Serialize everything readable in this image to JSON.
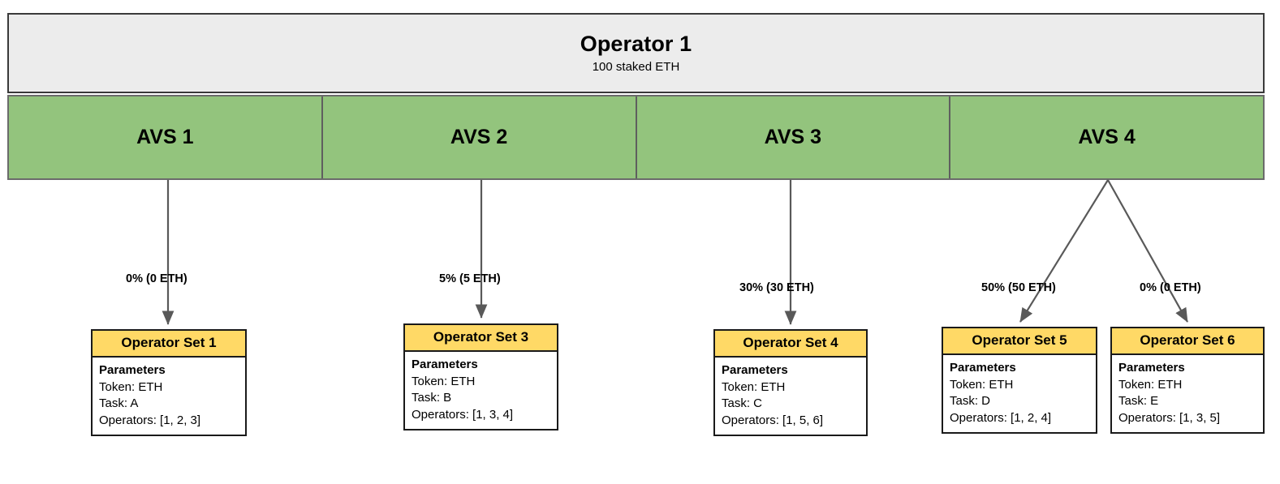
{
  "diagram": {
    "title": "Operator 1 AVS allocation diagram",
    "colors": {
      "operator_block_bg": "#ececec",
      "avs_bg": "#93c47d",
      "opset_header_bg": "#ffd966",
      "border": "#1a1a1a",
      "edge": "#595959"
    }
  },
  "operator": {
    "name": "Operator 1",
    "stake": "100 staked ETH"
  },
  "avs_nodes": [
    {
      "label": "AVS 1"
    },
    {
      "label": "AVS 2"
    },
    {
      "label": "AVS 3"
    },
    {
      "label": "AVS 4"
    }
  ],
  "edges": [
    {
      "from": "AVS 1",
      "to": "Operator Set 1",
      "label": "0% (0 ETH)",
      "percent": 0,
      "eth": 0
    },
    {
      "from": "AVS 2",
      "to": "Operator Set 3",
      "label": "5% (5 ETH)",
      "percent": 5,
      "eth": 5
    },
    {
      "from": "AVS 3",
      "to": "Operator Set 4",
      "label": "30% (30 ETH)",
      "percent": 30,
      "eth": 30
    },
    {
      "from": "AVS 4",
      "to": "Operator Set 5",
      "label": "50% (50 ETH)",
      "percent": 50,
      "eth": 50
    },
    {
      "from": "AVS 4",
      "to": "Operator Set 6",
      "label": "0% (0 ETH)",
      "percent": 0,
      "eth": 0
    }
  ],
  "operator_sets": [
    {
      "title": "Operator Set 1",
      "params_heading": "Parameters",
      "token": "Token: ETH",
      "task": "Task: A",
      "operators": "Operators: [1, 2, 3]"
    },
    {
      "title": "Operator Set 3",
      "params_heading": "Parameters",
      "token": "Token: ETH",
      "task": "Task: B",
      "operators": "Operators: [1, 3, 4]"
    },
    {
      "title": "Operator Set 4",
      "params_heading": "Parameters",
      "token": "Token: ETH",
      "task": "Task: C",
      "operators": "Operators: [1, 5, 6]"
    },
    {
      "title": "Operator Set 5",
      "params_heading": "Parameters",
      "token": "Token: ETH",
      "task": "Task: D",
      "operators": "Operators: [1, 2, 4]"
    },
    {
      "title": "Operator Set 6",
      "params_heading": "Parameters",
      "token": "Token: ETH",
      "task": "Task: E",
      "operators": "Operators: [1, 3, 5]"
    }
  ]
}
